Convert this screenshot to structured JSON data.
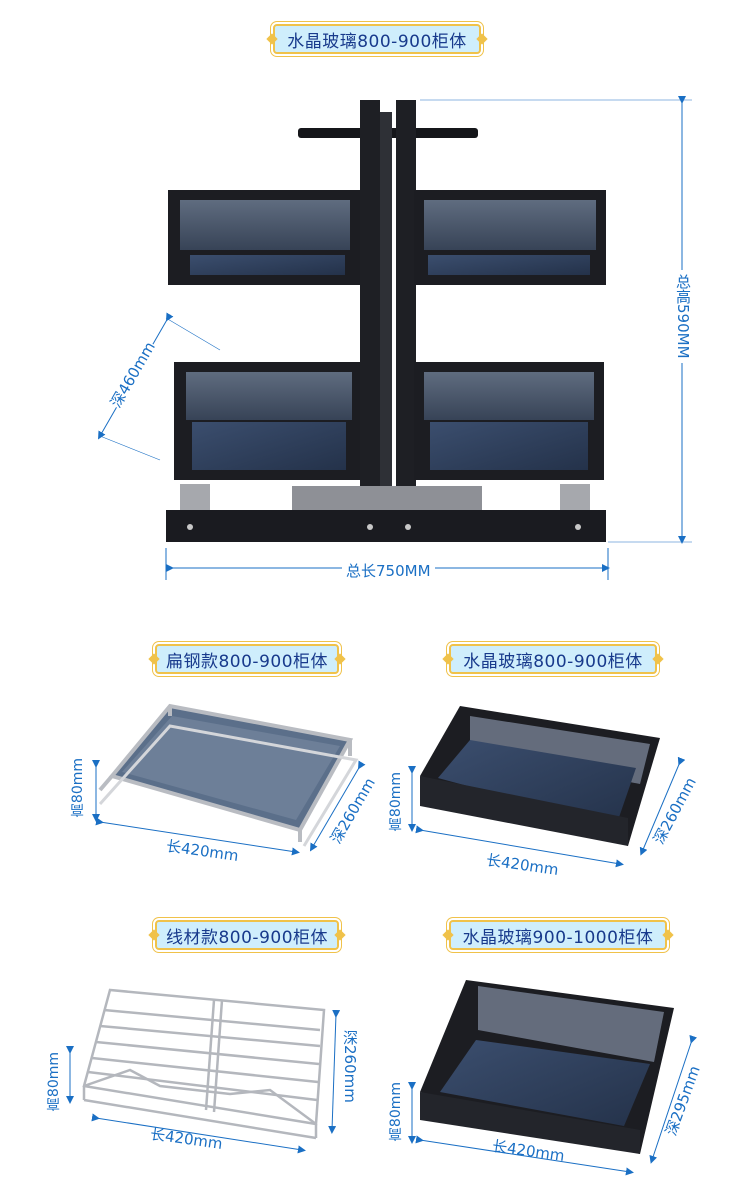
{
  "top_title": "水晶玻璃800-900柜体",
  "main_dims": {
    "width": "总长750MM",
    "height": "总高590MM",
    "depth": "深460mm"
  },
  "panels": [
    {
      "title": "扁钢款800-900柜体",
      "height": "高80mm",
      "length": "长420mm",
      "depth": "深260mm"
    },
    {
      "title": "水晶玻璃800-900柜体",
      "height": "高80mm",
      "length": "长420mm",
      "depth": "深260mm"
    },
    {
      "title": "线材款800-900柜体",
      "height": "高80mm",
      "length": "长420mm",
      "depth": "深260mm"
    },
    {
      "title": "水晶玻璃900-1000柜体",
      "height": "高80mm",
      "length": "长420mm",
      "depth": "深295mm"
    }
  ],
  "colors": {
    "dim_blue": "#1a6fc4",
    "badge_bg": "#cfeefc",
    "badge_border": "#f0c24a",
    "frame_dark": "#1c1d22",
    "glass": "#4a5a73"
  }
}
